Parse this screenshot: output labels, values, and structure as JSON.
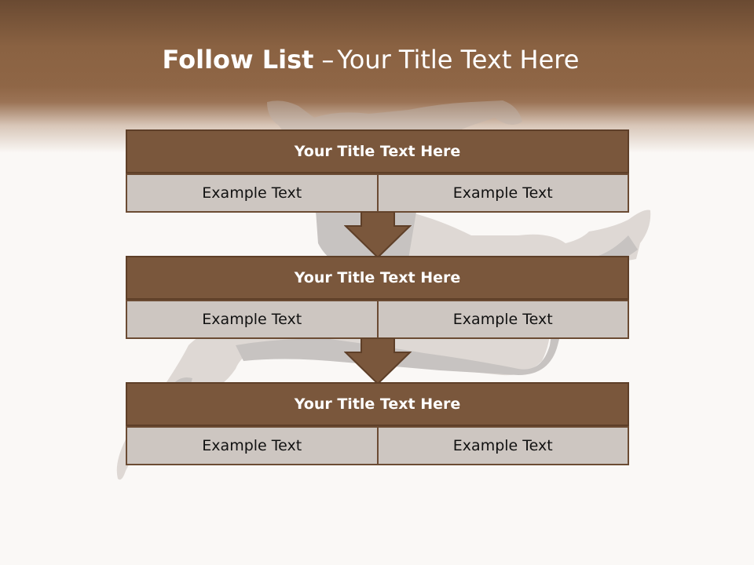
{
  "title": {
    "bold": "Follow List",
    "dash": "–",
    "rest": "Your Title Text Here"
  },
  "blocks": [
    {
      "heading": "Your Title Text Here",
      "left": "Example Text",
      "right": "Example Text"
    },
    {
      "heading": "Your Title Text Here",
      "left": "Example Text",
      "right": "Example Text"
    },
    {
      "heading": "Your Title Text Here",
      "left": "Example Text",
      "right": "Example Text"
    }
  ],
  "colors": {
    "header_brown": "#8a6242",
    "block_heading": "#7a573c",
    "block_cell": "#cdc6c1",
    "arrow": "#7a573c"
  }
}
